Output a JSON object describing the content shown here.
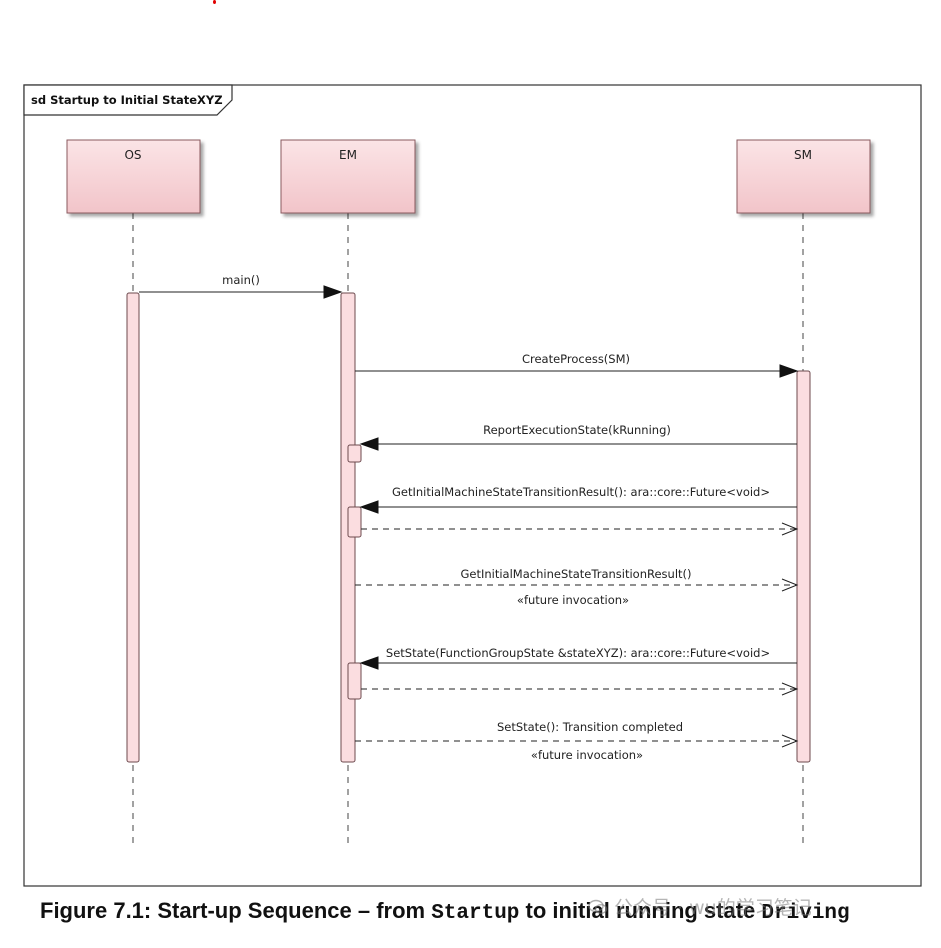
{
  "frame": {
    "title": "sd Startup to Initial StateXYZ"
  },
  "lifelines": [
    {
      "id": "os",
      "label": "OS"
    },
    {
      "id": "em",
      "label": "EM"
    },
    {
      "id": "sm",
      "label": "SM"
    }
  ],
  "messages": [
    {
      "id": "main",
      "label": "main()",
      "from": "os",
      "to": "em",
      "kind": "sync"
    },
    {
      "id": "create",
      "label": "CreateProcess(SM)",
      "from": "em",
      "to": "sm",
      "kind": "sync"
    },
    {
      "id": "report",
      "label": "ReportExecutionState(kRunning)",
      "from": "sm",
      "to": "em",
      "kind": "sync"
    },
    {
      "id": "getinit",
      "label": "GetInitialMachineStateTransitionResult(): ara::core::Future<void>",
      "from": "sm",
      "to": "em",
      "kind": "sync"
    },
    {
      "id": "getinit-ret",
      "label": "",
      "from": "em",
      "to": "sm",
      "kind": "return"
    },
    {
      "id": "getinit-fut",
      "label": "GetInitialMachineStateTransitionResult()",
      "sublabel": "«future invocation»",
      "from": "em",
      "to": "sm",
      "kind": "return"
    },
    {
      "id": "setstate",
      "label": "SetState(FunctionGroupState &stateXYZ): ara::core::Future<void>",
      "from": "sm",
      "to": "em",
      "kind": "sync"
    },
    {
      "id": "setstate-ret",
      "label": "",
      "from": "em",
      "to": "sm",
      "kind": "return"
    },
    {
      "id": "setstate-done",
      "label": "SetState(): Transition completed",
      "sublabel": "«future invocation»",
      "from": "em",
      "to": "sm",
      "kind": "return"
    }
  ],
  "caption": {
    "prefix": "Figure 7.1: Start-up Sequence – from ",
    "code1": "Startup",
    "middle": " to initial running state ",
    "code2": "Driving"
  },
  "watermark": {
    "text": "公众号 · wu的学习笔记"
  },
  "colors": {
    "lifeline_fill_top": "#fbe4e6",
    "lifeline_fill_bottom": "#f2c4c9",
    "lifeline_border": "#8a5a5f",
    "activation_fill": "#fbdde0",
    "line": "#222222"
  }
}
